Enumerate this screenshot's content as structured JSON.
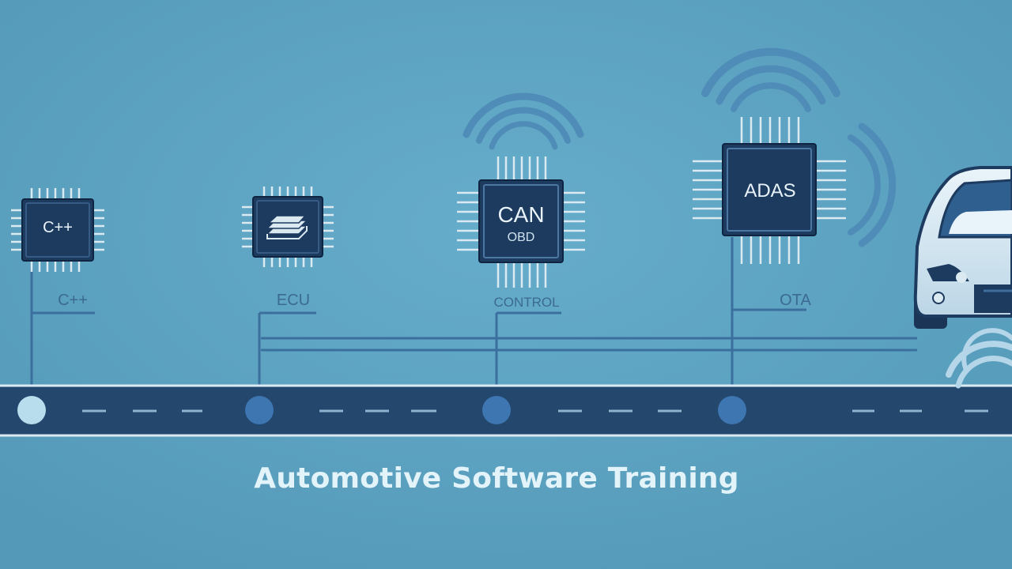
{
  "title": "Automotive Software Training",
  "chips": [
    {
      "name": "chip-cpp",
      "chip_label": "C++",
      "chip_sublabel": "",
      "caption": "C++",
      "icon": "cpp-chip-icon"
    },
    {
      "name": "chip-processor",
      "chip_label": "",
      "chip_sublabel": "",
      "caption": "ECU",
      "icon": "circuit-stack-icon"
    },
    {
      "name": "chip-can",
      "chip_label": "CAN",
      "chip_sublabel": "OBD",
      "caption": "CONTROL",
      "icon": "can-chip-icon"
    },
    {
      "name": "chip-adas",
      "chip_label": "ADAS",
      "chip_sublabel": "",
      "caption": "OTA",
      "icon": "adas-chip-icon"
    }
  ],
  "vehicle": {
    "icon": "car-icon"
  },
  "colors": {
    "background": "#5ea6c4",
    "road": "#24476e",
    "chip_body": "#1d3a5f",
    "pin": "#dbe9f1",
    "milestone_first": "#b8dded",
    "milestone": "#3d76b0",
    "title": "#e3f3fa"
  }
}
